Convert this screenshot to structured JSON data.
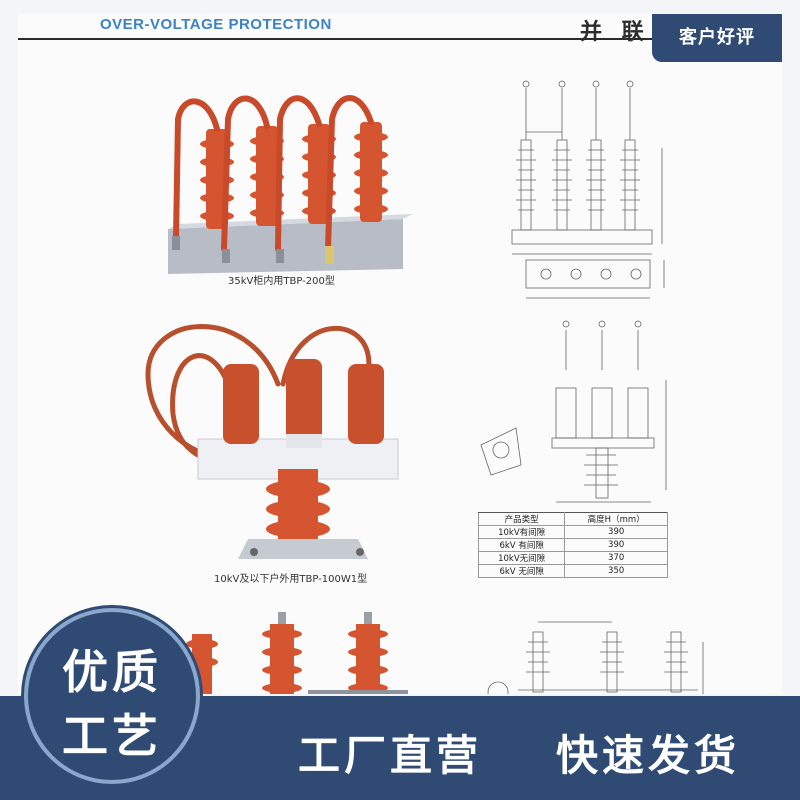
{
  "header": {
    "title": "OVER-VOLTAGE PROTECTION",
    "cjk_partial": "并 联"
  },
  "badge": {
    "label": "客户好评"
  },
  "products": [
    {
      "caption": "35kV柜内用TBP-200型"
    },
    {
      "caption": "10kV及以下户外用TBP-100W1型"
    }
  ],
  "spec_table": {
    "headers": [
      "产品类型",
      "高度H（mm）"
    ],
    "rows": [
      [
        "10kV有间隙",
        "390"
      ],
      [
        "6kV 有间隙",
        "390"
      ],
      [
        "10kV无间隙",
        "370"
      ],
      [
        "6kV 无间隙",
        "350"
      ]
    ]
  },
  "promo": {
    "circle_line_1": "优质",
    "circle_line_2": "工艺",
    "slogan_1": "工厂直营",
    "slogan_2": "快速发货"
  },
  "colors": {
    "brand_blue": "#2f4b74",
    "title_blue": "#3c82c6",
    "arrester_orange": "#d4552f",
    "cable_red": "#b8502e"
  }
}
